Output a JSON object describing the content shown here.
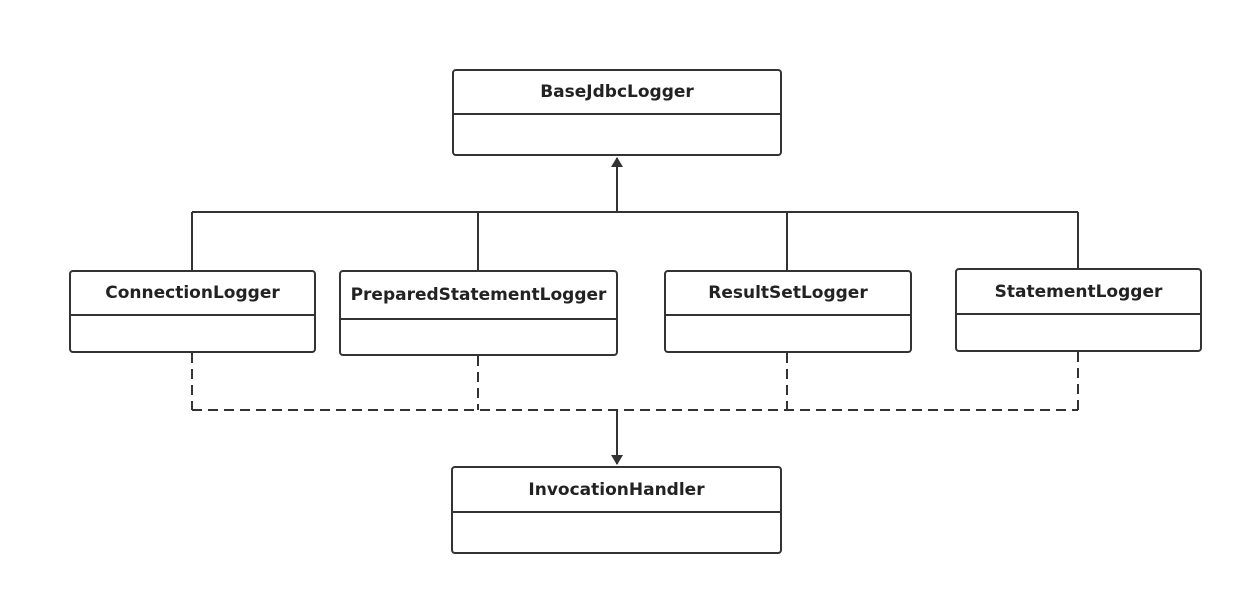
{
  "diagram": {
    "type": "uml-class-diagram",
    "classes": [
      {
        "id": "base",
        "name": "BaseJdbcLogger"
      },
      {
        "id": "connection",
        "name": "ConnectionLogger"
      },
      {
        "id": "prepared",
        "name": "PreparedStatementLogger"
      },
      {
        "id": "resultset",
        "name": "ResultSetLogger"
      },
      {
        "id": "statement",
        "name": "StatementLogger"
      },
      {
        "id": "handler",
        "name": "InvocationHandler"
      }
    ],
    "relations": [
      {
        "from": "connection",
        "to": "base",
        "kind": "generalization"
      },
      {
        "from": "prepared",
        "to": "base",
        "kind": "generalization"
      },
      {
        "from": "resultset",
        "to": "base",
        "kind": "generalization"
      },
      {
        "from": "statement",
        "to": "base",
        "kind": "generalization"
      },
      {
        "from": "connection",
        "to": "handler",
        "kind": "realization"
      },
      {
        "from": "prepared",
        "to": "handler",
        "kind": "realization"
      },
      {
        "from": "resultset",
        "to": "handler",
        "kind": "realization"
      },
      {
        "from": "statement",
        "to": "handler",
        "kind": "realization"
      }
    ]
  }
}
